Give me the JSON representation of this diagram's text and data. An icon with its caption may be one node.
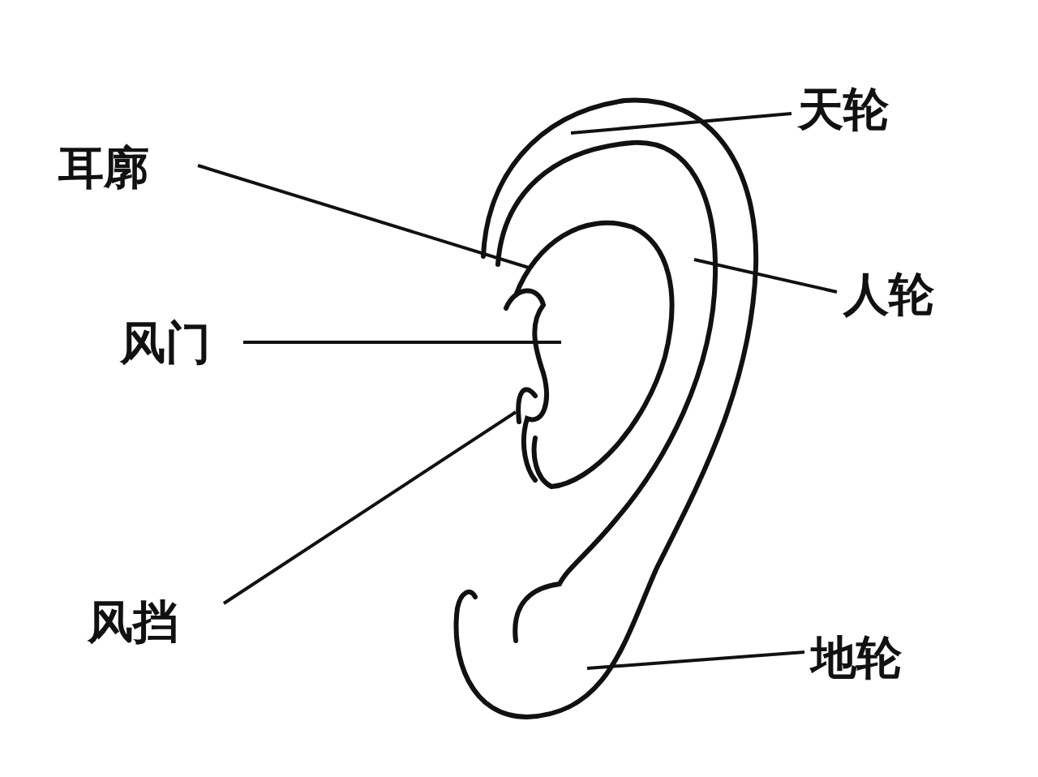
{
  "diagram": {
    "nodes": [
      {
        "text": [
          "天轮"
        ]
      },
      {
        "text": [
          "耳廓"
        ]
      },
      {
        "text": [
          "人轮"
        ]
      },
      {
        "text": [
          "风门"
        ]
      },
      {
        "text": [
          "风挡"
        ]
      },
      {
        "text": [
          "地轮"
        ]
      }
    ],
    "edges": [
      {
        "from": 0,
        "to": null,
        "arrow": "none"
      },
      {
        "from": 1,
        "to": null,
        "arrow": "none"
      },
      {
        "from": 2,
        "to": null,
        "arrow": "none"
      },
      {
        "from": 3,
        "to": null,
        "arrow": "none"
      },
      {
        "from": 4,
        "to": null,
        "arrow": "none"
      },
      {
        "from": 5,
        "to": null,
        "arrow": "none"
      }
    ]
  }
}
